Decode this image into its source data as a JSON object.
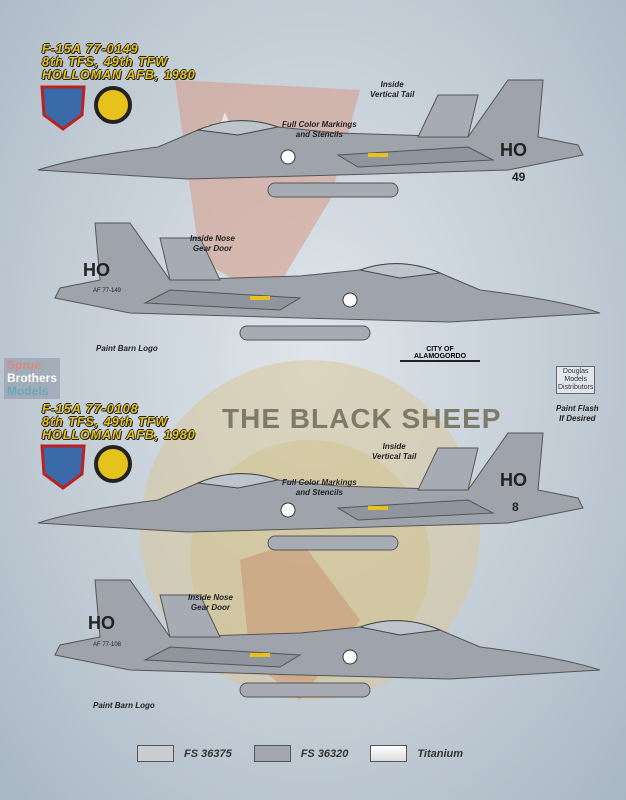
{
  "profiles": [
    {
      "title_lines": [
        "F-15A 77-0149",
        "8th TFS, 49th TFW",
        "HOLLOMAN AFB, 1980"
      ],
      "tail_code": "HO",
      "tail_serial": "AF 77-149",
      "tail_number": "49"
    },
    {
      "title_lines": [
        "F-15A 77-0108",
        "8th TFS, 49th TFW",
        "HOLLOMAN AFB, 1980"
      ],
      "tail_code": "HO",
      "tail_serial": "AF 77-108",
      "tail_number": "8"
    }
  ],
  "notes": {
    "inside_vertical_tail": [
      "Inside",
      "Vertical Tail"
    ],
    "full_color_markings": [
      "Full Color Markings",
      "and Stencils"
    ],
    "inside_nose_gear_door": [
      "Inside Nose",
      "Gear Door"
    ],
    "paint_barn_logo": "Paint Barn Logo",
    "city_logo": "CITY OF ALAMOGORDO",
    "paint_flash": [
      "Paint Flash",
      "If Desired"
    ]
  },
  "background_emblem": "THE BLACK SHEEP",
  "watermarks": {
    "sprue_brothers": [
      "Sprue",
      "Brothers",
      "Models"
    ],
    "douglas": [
      "Douglas",
      "Models",
      "Distributors"
    ]
  },
  "legend": [
    {
      "label": "FS 36375",
      "color": "#c9ccd1"
    },
    {
      "label": "FS 36320",
      "color": "#a3a7b2"
    },
    {
      "label": "Titanium",
      "color": "#eef0ee"
    }
  ]
}
